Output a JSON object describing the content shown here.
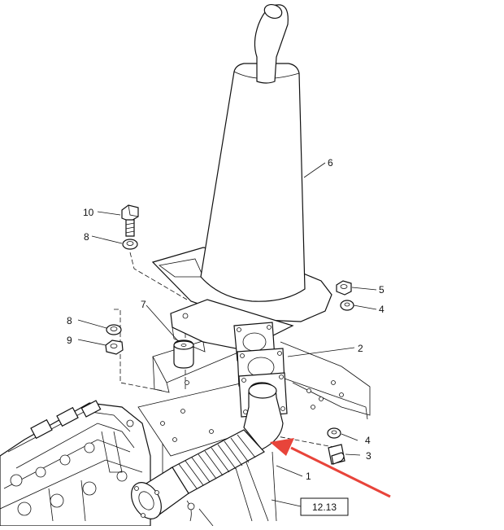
{
  "callouts": {
    "c1": "1",
    "c2": "2",
    "c3": "3",
    "c4a": "4",
    "c4b": "4",
    "c5": "5",
    "c6": "6",
    "c7": "7",
    "c8a": "8",
    "c8b": "8",
    "c9": "9",
    "c10": "10"
  },
  "reference_box": "12.13",
  "colors": {
    "line": "#111111",
    "arrow": "#e8443a",
    "background": "#ffffff"
  }
}
